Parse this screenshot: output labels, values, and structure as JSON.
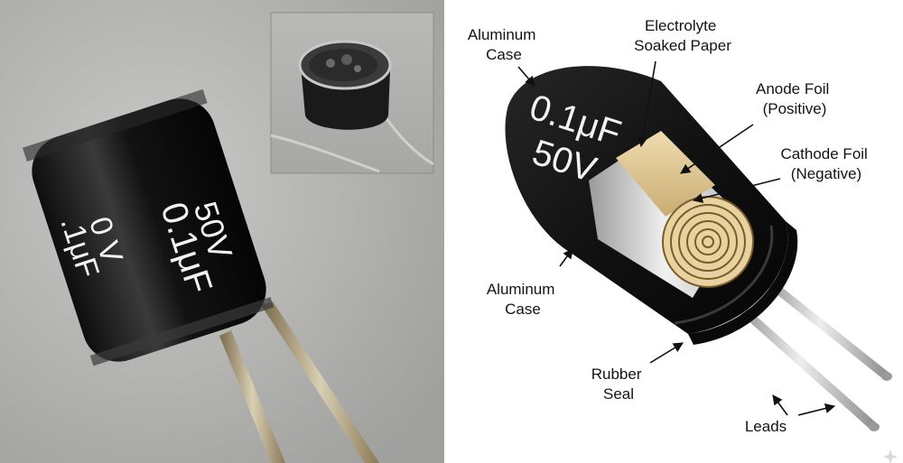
{
  "photo": {
    "marking_value": "0.1μF",
    "marking_voltage": "50V",
    "marking_value_partial": ".1μF",
    "marking_voltage_partial": "0 V",
    "inset_description_hidden": ""
  },
  "diagram": {
    "case_marking_value": "0.1μF",
    "case_marking_voltage": "50V",
    "labels": {
      "aluminum_case_top": [
        "Aluminum",
        "Case"
      ],
      "electrolyte_paper": [
        "Electrolyte",
        "Soaked Paper"
      ],
      "anode_foil": [
        "Anode Foil",
        "(Positive)"
      ],
      "cathode_foil": [
        "Cathode Foil",
        "(Negative)"
      ],
      "aluminum_case_bottom": [
        "Aluminum",
        "Case"
      ],
      "rubber_seal": [
        "Rubber",
        "Seal"
      ],
      "leads": [
        "Leads"
      ]
    }
  }
}
